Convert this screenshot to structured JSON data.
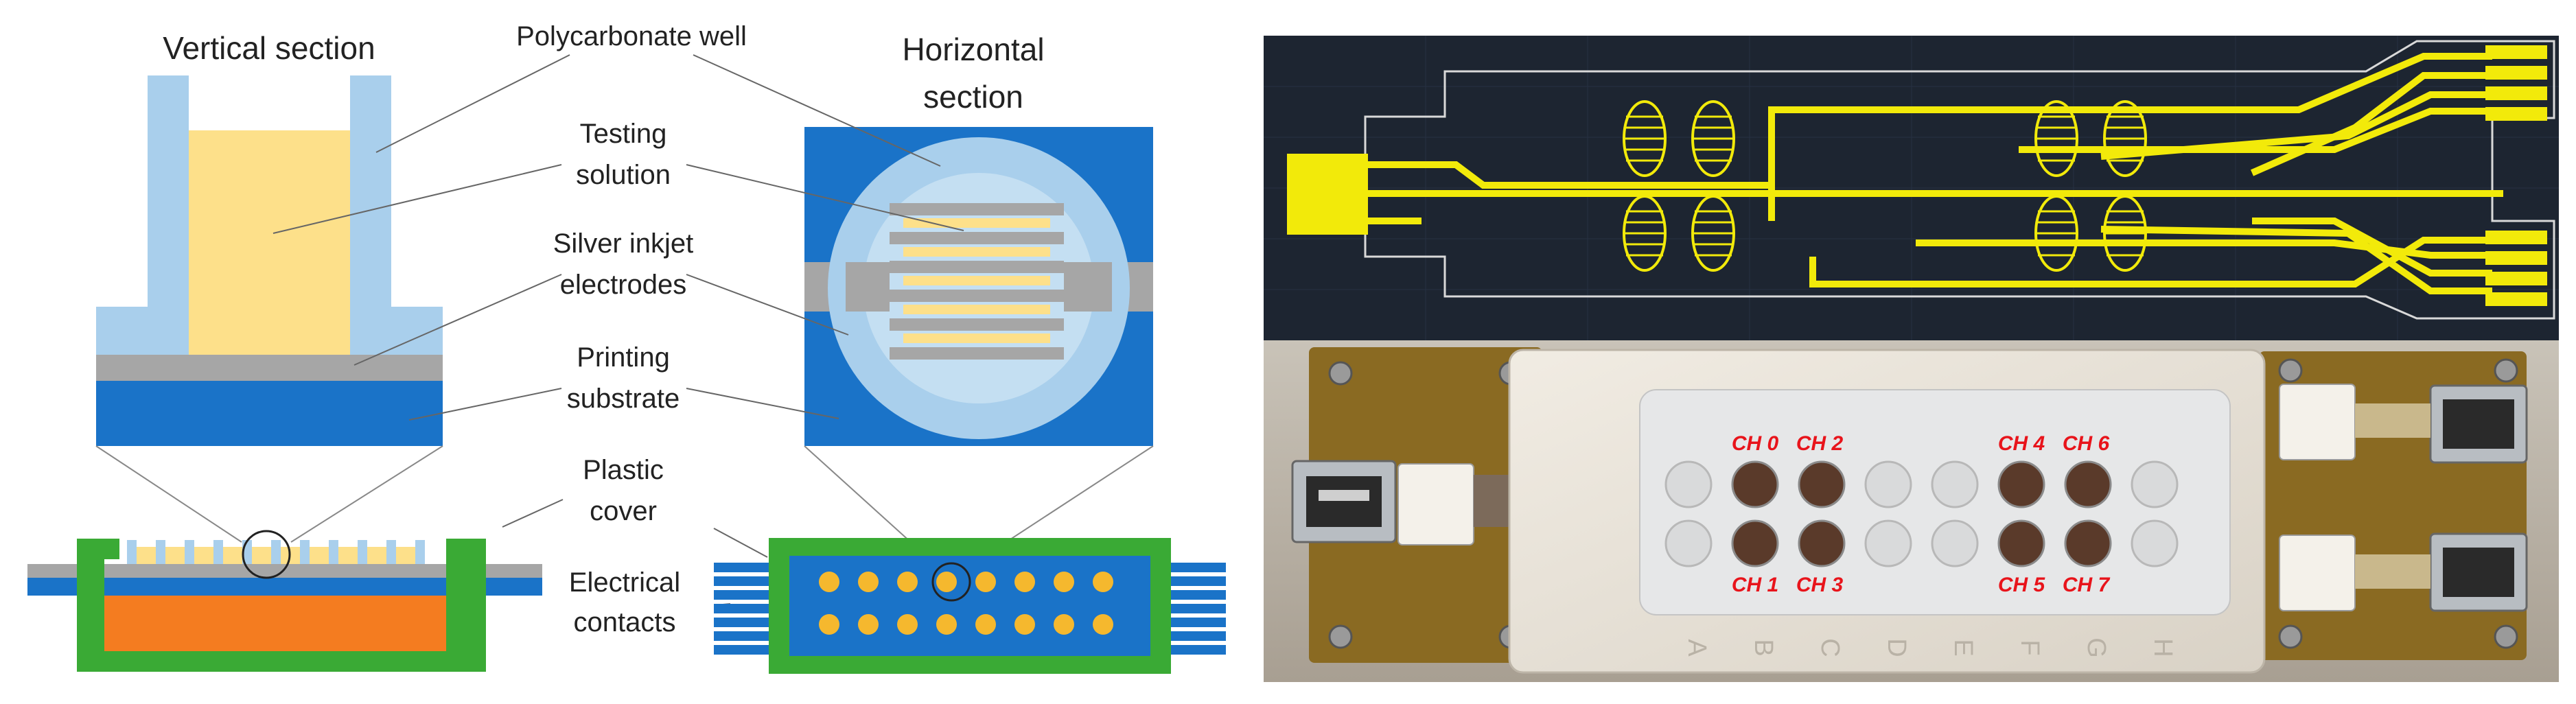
{
  "labels": {
    "vertical_section": "Vertical section",
    "horizontal_section_line1": "Horizontal",
    "horizontal_section_line2": "section",
    "polycarbonate_well": "Polycarbonate well",
    "testing_solution_line1": "Testing",
    "testing_solution_line2": "solution",
    "silver_inkjet_line1": "Silver inkjet",
    "silver_inkjet_line2": "electrodes",
    "printing_substrate_line1": "Printing",
    "printing_substrate_line2": "substrate",
    "plastic_cover_line1": "Plastic",
    "plastic_cover_line2": "cover",
    "electrical_contacts_line1": "Electrical",
    "electrical_contacts_line2": "contacts"
  },
  "photo": {
    "channels_top": [
      "CH 0",
      "CH 2",
      "CH 4",
      "CH 6"
    ],
    "channels_bottom": [
      "CH 1",
      "CH 3",
      "CH 5",
      "CH 7"
    ],
    "plate_columns": [
      "A",
      "B",
      "C",
      "D",
      "E",
      "F",
      "G",
      "H"
    ]
  },
  "colors": {
    "well": "#a9cfec",
    "solution": "#fde08a",
    "electrode": "#a6a6a6",
    "substrate": "#1a73c8",
    "cover": "#3aaa35",
    "base": "#f47c20",
    "contact": "#f5b82e",
    "pcb_background": "#1d2531",
    "pcb_trace": "#f2ea0a",
    "channel_label": "#e8141b"
  }
}
